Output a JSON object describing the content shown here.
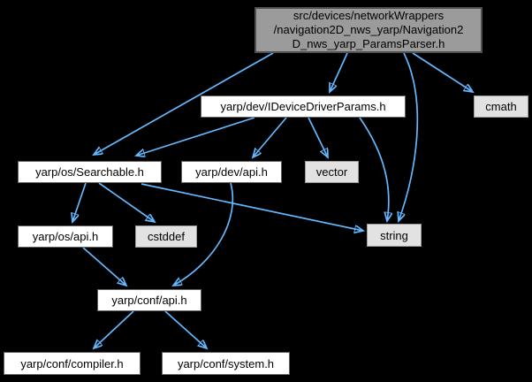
{
  "diagram": {
    "kind": "include-dependency-graph",
    "background_color": "#000000",
    "edge_color": "#63b8ff",
    "node_colors": {
      "current_fill": "#9b9b9b",
      "link_fill": "#ffffff",
      "system_fill": "#e2e2e2"
    },
    "nodes": [
      {
        "id": "params-parser-header",
        "type": "current",
        "label": "src/devices/networkWrappers\n/navigation2D_nws_yarp/Navigation2\nD_nws_yarp_ParamsParser.h"
      },
      {
        "id": "idevicedriverparams",
        "type": "link",
        "label": "yarp/dev/IDeviceDriverParams.h"
      },
      {
        "id": "cmath",
        "type": "system",
        "label": "cmath"
      },
      {
        "id": "searchable",
        "type": "link",
        "label": "yarp/os/Searchable.h"
      },
      {
        "id": "dev-api",
        "type": "link",
        "label": "yarp/dev/api.h"
      },
      {
        "id": "vector",
        "type": "system",
        "label": "vector"
      },
      {
        "id": "os-api",
        "type": "link",
        "label": "yarp/os/api.h"
      },
      {
        "id": "cstddef",
        "type": "system",
        "label": "cstddef"
      },
      {
        "id": "string",
        "type": "system",
        "label": "string"
      },
      {
        "id": "conf-api",
        "type": "link",
        "label": "yarp/conf/api.h"
      },
      {
        "id": "conf-compiler",
        "type": "link",
        "label": "yarp/conf/compiler.h"
      },
      {
        "id": "conf-system",
        "type": "link",
        "label": "yarp/conf/system.h"
      }
    ],
    "edges": [
      {
        "from": "params-parser-header",
        "to": "searchable"
      },
      {
        "from": "params-parser-header",
        "to": "idevicedriverparams"
      },
      {
        "from": "params-parser-header",
        "to": "string"
      },
      {
        "from": "params-parser-header",
        "to": "cmath"
      },
      {
        "from": "idevicedriverparams",
        "to": "searchable"
      },
      {
        "from": "idevicedriverparams",
        "to": "dev-api"
      },
      {
        "from": "idevicedriverparams",
        "to": "vector"
      },
      {
        "from": "idevicedriverparams",
        "to": "string"
      },
      {
        "from": "searchable",
        "to": "os-api"
      },
      {
        "from": "searchable",
        "to": "cstddef"
      },
      {
        "from": "searchable",
        "to": "string"
      },
      {
        "from": "os-api",
        "to": "conf-api"
      },
      {
        "from": "dev-api",
        "to": "conf-api"
      },
      {
        "from": "conf-api",
        "to": "conf-compiler"
      },
      {
        "from": "conf-api",
        "to": "conf-system"
      }
    ]
  }
}
